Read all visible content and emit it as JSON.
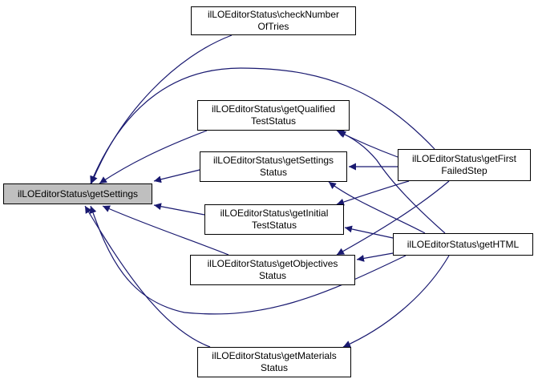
{
  "colors": {
    "edge": "#191970",
    "focus_fill": "#bfbfbf",
    "node_fill": "#ffffff",
    "border": "#000000"
  },
  "nodes": {
    "getSettings": {
      "lines": [
        "ilLOEditorStatus\\getSettings"
      ]
    },
    "checkNumberOfTries": {
      "lines": [
        "ilLOEditorStatus\\checkNumber",
        "OfTries"
      ]
    },
    "getQualifiedTestStatus": {
      "lines": [
        "ilLOEditorStatus\\getQualified",
        "TestStatus"
      ]
    },
    "getSettingsStatus": {
      "lines": [
        "ilLOEditorStatus\\getSettings",
        "Status"
      ]
    },
    "getInitialTestStatus": {
      "lines": [
        "ilLOEditorStatus\\getInitial",
        "TestStatus"
      ]
    },
    "getObjectivesStatus": {
      "lines": [
        "ilLOEditorStatus\\getObjectives",
        "Status"
      ]
    },
    "getMaterialsStatus": {
      "lines": [
        "ilLOEditorStatus\\getMaterials",
        "Status"
      ]
    },
    "getFirstFailedStep": {
      "lines": [
        "ilLOEditorStatus\\getFirst",
        "FailedStep"
      ]
    },
    "getHTML": {
      "lines": [
        "ilLOEditorStatus\\getHTML"
      ]
    }
  },
  "edges": [
    [
      "checkNumberOfTries",
      "getSettings"
    ],
    [
      "getFirstFailedStep",
      "getSettings"
    ],
    [
      "getQualifiedTestStatus",
      "getSettings"
    ],
    [
      "getSettingsStatus",
      "getSettings"
    ],
    [
      "getInitialTestStatus",
      "getSettings"
    ],
    [
      "getObjectivesStatus",
      "getSettings"
    ],
    [
      "getHTML",
      "getSettings"
    ],
    [
      "getMaterialsStatus",
      "getSettings"
    ],
    [
      "getFirstFailedStep",
      "getQualifiedTestStatus"
    ],
    [
      "getHTML",
      "getQualifiedTestStatus"
    ],
    [
      "getFirstFailedStep",
      "getSettingsStatus"
    ],
    [
      "getHTML",
      "getSettingsStatus"
    ],
    [
      "getFirstFailedStep",
      "getInitialTestStatus"
    ],
    [
      "getHTML",
      "getInitialTestStatus"
    ],
    [
      "getFirstFailedStep",
      "getObjectivesStatus"
    ],
    [
      "getHTML",
      "getObjectivesStatus"
    ],
    [
      "getHTML",
      "getMaterialsStatus"
    ]
  ]
}
